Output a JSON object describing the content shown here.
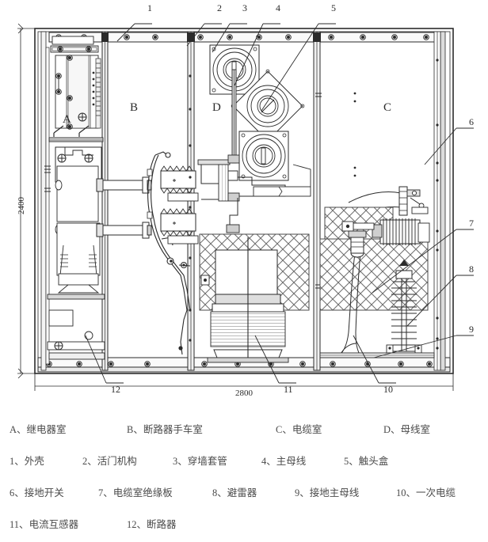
{
  "drawing": {
    "title": "switchgear-cabinet-cross-section",
    "dimensions": {
      "height_label": "2400",
      "width_label": "2800"
    },
    "compartments": [
      {
        "key": "A",
        "label": "A"
      },
      {
        "key": "B",
        "label": "B"
      },
      {
        "key": "D",
        "label": "D"
      },
      {
        "key": "C",
        "label": "C"
      }
    ],
    "callouts": {
      "top": [
        "1",
        "2",
        "3",
        "4",
        "5"
      ],
      "right": [
        "6",
        "7",
        "8",
        "9"
      ],
      "bottom": [
        "12",
        "11",
        "10"
      ]
    }
  },
  "legend": {
    "rooms": [
      {
        "key": "A",
        "sep": "、",
        "name": "继电器室"
      },
      {
        "key": "B",
        "sep": "、",
        "name": "断路器手车室"
      },
      {
        "key": "C",
        "sep": "、",
        "name": "电缆室"
      },
      {
        "key": "D",
        "sep": "、",
        "name": "母线室"
      }
    ],
    "parts": [
      {
        "key": "1",
        "sep": "、",
        "name": "外壳"
      },
      {
        "key": "2",
        "sep": "、",
        "name": "活门机构"
      },
      {
        "key": "3",
        "sep": "、",
        "name": "穿墙套管"
      },
      {
        "key": "4",
        "sep": "、",
        "name": "主母线"
      },
      {
        "key": "5",
        "sep": "、",
        "name": "触头盒"
      },
      {
        "key": "6",
        "sep": "、",
        "name": "接地开关"
      },
      {
        "key": "7",
        "sep": "、",
        "name": "电缆室绝缘板"
      },
      {
        "key": "8",
        "sep": "、",
        "name": "避雷器"
      },
      {
        "key": "9",
        "sep": "、",
        "name": "接地主母线"
      },
      {
        "key": "10",
        "sep": "、",
        "name": "一次电缆"
      },
      {
        "key": "11",
        "sep": "、",
        "name": "电流互感器"
      },
      {
        "key": "12",
        "sep": "、",
        "name": "断路器"
      }
    ]
  },
  "colors": {
    "line": "#2b2b2b",
    "thin": "#555555",
    "hatch": "#6e6e6e",
    "fill_light": "#f2f2f2",
    "fill_mid": "#d8d8d8",
    "text": "#4a4a4a"
  }
}
